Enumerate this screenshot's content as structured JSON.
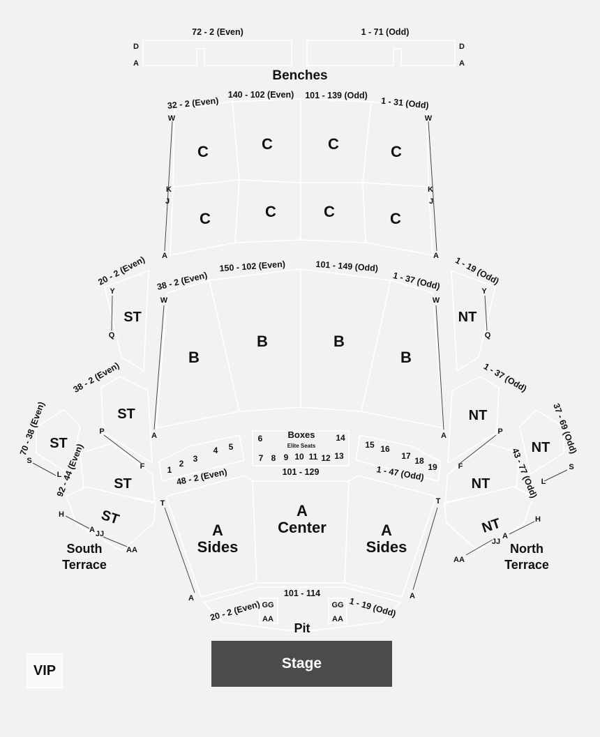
{
  "benches": {
    "title": "Benches",
    "left_range": "72 - 2 (Even)",
    "right_range": "1 - 71 (Odd)",
    "row_top": "D",
    "row_bottom": "A"
  },
  "section_c": {
    "label": "C",
    "ranges": [
      "32 - 2 (Even)",
      "140 - 102 (Even)",
      "101 - 139 (Odd)",
      "1 - 31 (Odd)"
    ],
    "rows": {
      "w": "W",
      "k": "K",
      "j": "J",
      "a": "A"
    }
  },
  "section_b": {
    "label": "B",
    "ranges": [
      "38 - 2 (Even)",
      "150 - 102 (Even)",
      "101 - 149 (Odd)",
      "1 - 37 (Odd)"
    ],
    "rows": {
      "w": "W",
      "a": "A"
    }
  },
  "south_terrace": {
    "name_line1": "South",
    "name_line2": "Terrace",
    "label": "ST",
    "ranges": [
      "20 - 2 (Even)",
      "38 - 2 (Even)",
      "70 - 38 (Even)",
      "92 - 44 (Even)"
    ],
    "rows": {
      "y": "Y",
      "q": "Q",
      "p": "P",
      "f": "F",
      "s": "S",
      "l": "L",
      "h": "H",
      "a": "A",
      "jj": "JJ",
      "aa": "AA"
    }
  },
  "north_terrace": {
    "name_line1": "North",
    "name_line2": "Terrace",
    "label": "NT",
    "ranges": [
      "1 - 19 (Odd)",
      "1 - 37 (Odd)",
      "37 - 69 (Odd)",
      "43 - 77 (Odd)"
    ],
    "rows": {
      "y": "Y",
      "q": "Q",
      "p": "P",
      "f": "F",
      "s": "S",
      "l": "L",
      "h": "H",
      "a": "A",
      "jj": "JJ",
      "aa": "AA"
    }
  },
  "boxes": {
    "title": "Boxes",
    "subtitle": "Elite Seats",
    "numbers": [
      "1",
      "2",
      "3",
      "4",
      "5",
      "6",
      "7",
      "8",
      "9",
      "10",
      "11",
      "12",
      "13",
      "14",
      "15",
      "16",
      "17",
      "18",
      "19"
    ]
  },
  "section_a": {
    "center_line1": "A",
    "center_line2": "Center",
    "sides_line1": "A",
    "sides_line2": "Sides",
    "ranges": [
      "48 - 2 (Even)",
      "101 - 129",
      "1 - 47 (Odd)"
    ],
    "rows": {
      "t": "T",
      "a": "A"
    }
  },
  "pit": {
    "title": "Pit",
    "ranges": [
      "20 - 2 (Even)",
      "101 - 114",
      "1 - 19 (Odd)"
    ],
    "rows": {
      "gg": "GG",
      "aa": "AA"
    }
  },
  "stage_label": "Stage",
  "vip_label": "VIP"
}
